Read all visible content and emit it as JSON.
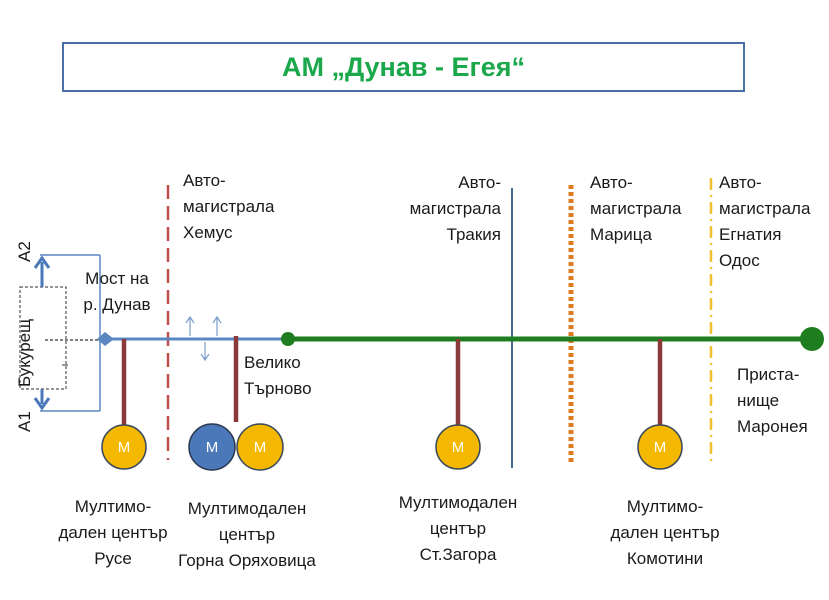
{
  "title": "АМ „Дунав - Егея“",
  "crossings": [
    {
      "id": "hemus",
      "lines": [
        "Авто-",
        "магистрала",
        "Хемус"
      ]
    },
    {
      "id": "trakia",
      "lines": [
        "Авто-",
        "магистрала",
        "Тракия"
      ]
    },
    {
      "id": "maritsa",
      "lines": [
        "Авто-",
        "магистрала",
        "Марица"
      ]
    },
    {
      "id": "egnatia",
      "lines": [
        "Авто-",
        "магистрала",
        "Егнатия",
        "Одос"
      ]
    }
  ],
  "bridge": {
    "lines": [
      "Мост на",
      "р. Дунав"
    ]
  },
  "bucharest": {
    "label": "Букурещ",
    "a1": "А1",
    "a2": "А2"
  },
  "veliko_tarnovo": {
    "lines": [
      "Велико",
      "Търново"
    ]
  },
  "port": {
    "lines": [
      "Приста-",
      "нище",
      "Маронея"
    ]
  },
  "marker_letter": "М",
  "centers": [
    {
      "id": "ruse",
      "lines": [
        "Мултимо-",
        "дален център",
        "Русе"
      ]
    },
    {
      "id": "gorna",
      "lines": [
        "Мултимодален",
        "център",
        "Горна Оряховица"
      ]
    },
    {
      "id": "zagora",
      "lines": [
        "Мултимодален",
        "център",
        "Ст.Загора"
      ]
    },
    {
      "id": "komotini",
      "lines": [
        "Мултимо-",
        "дален център",
        "Комотини"
      ]
    }
  ],
  "colors": {
    "title_green": "#1aa84a",
    "route_blue": "#5b87c0",
    "route_green": "#1e7d1e",
    "link_red": "#8b3a3a",
    "marker_yellow": "#f5b800",
    "marker_blue": "#4a78b8",
    "hemus_line": "#c0504d",
    "trakia_line": "#4a6890",
    "maritsa_line": "#e07b20",
    "egnatia_line": "#f2c230"
  }
}
